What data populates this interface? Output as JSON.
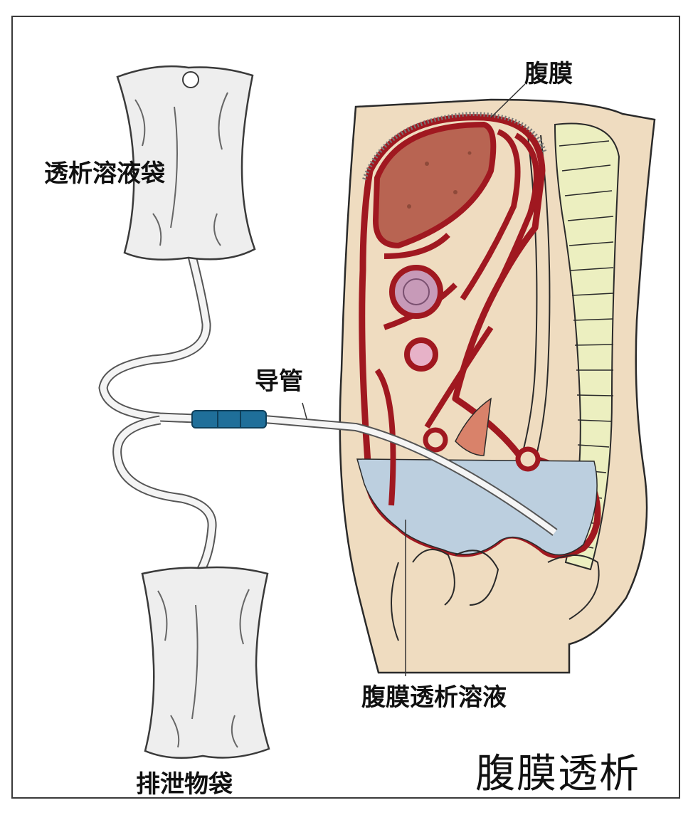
{
  "labels": {
    "peritoneum": "腹膜",
    "dialysis_solution_bag": "透析溶液袋",
    "catheter": "导管",
    "peritoneal_dialysis_solution": "腹膜透析溶液",
    "waste_bag": "排泄物袋",
    "title": "腹膜透析"
  },
  "colors": {
    "skin": "#efdcc0",
    "peritoneum_red": "#a01820",
    "liver": "#b86452",
    "dialysate_fluid": "#bccfdf",
    "spine_bone": "#ecefc0",
    "connector": "#1f6f9a",
    "bag": "#eeeeee"
  }
}
